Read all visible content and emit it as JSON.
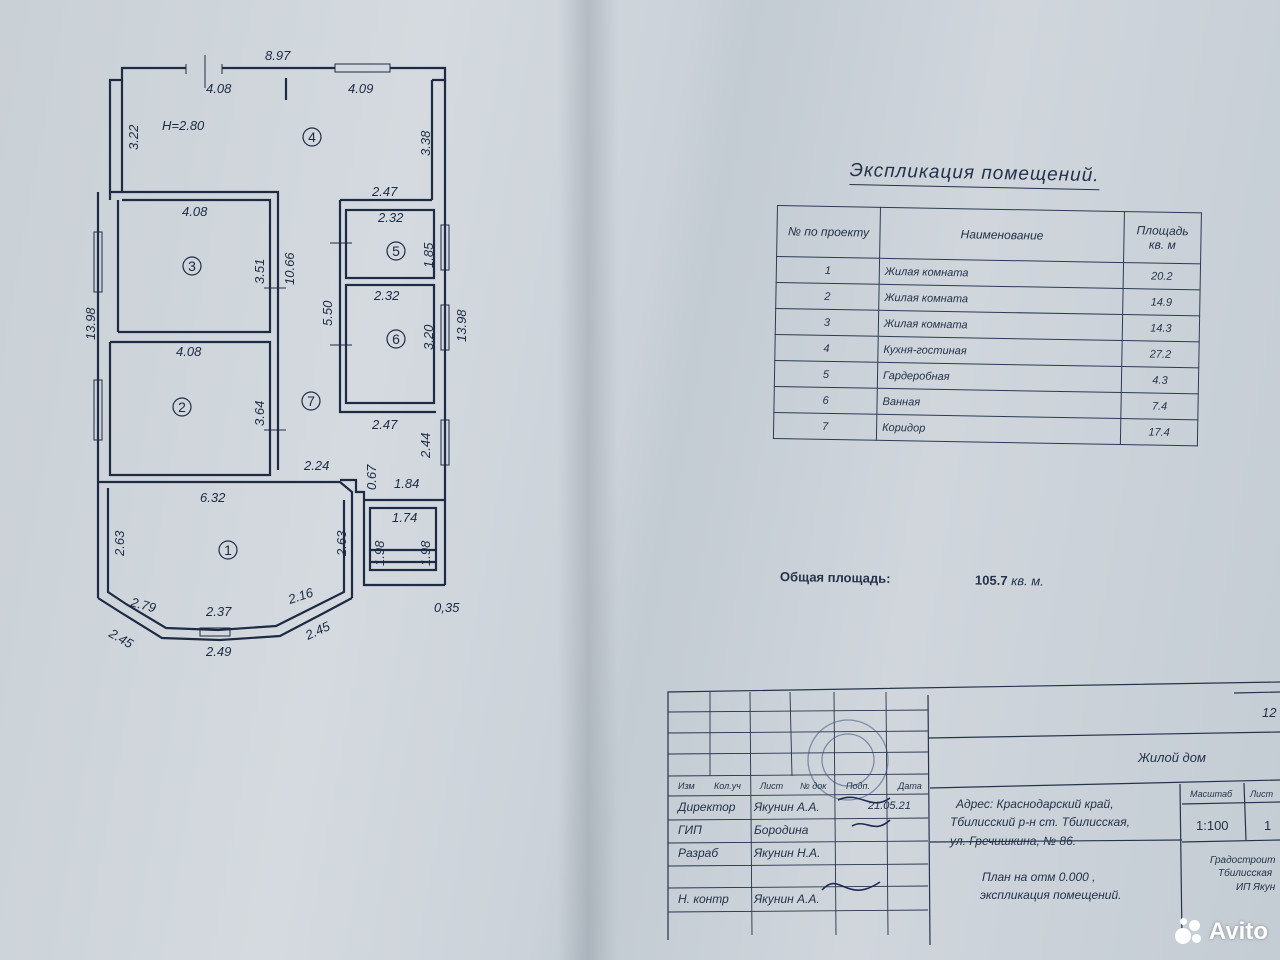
{
  "plan": {
    "height_label": "H=2.80",
    "rooms": [
      "1",
      "2",
      "3",
      "4",
      "5",
      "6",
      "7"
    ],
    "dimensions": {
      "top_total": "8.97",
      "top_left": "4.08",
      "top_right": "4.09",
      "r4_left": "3.22",
      "r4_right": "3.38",
      "r3_top": "4.08",
      "r3_height": "3.51",
      "corridor_len": "10.66",
      "left_total": "13.98",
      "right_total": "13.98",
      "r2_top": "4.08",
      "r2_height": "3.64",
      "r5_top_outer": "2.47",
      "r5_top": "2.32",
      "r5_height": "1.85",
      "block_height": "5.50",
      "r6_top": "2.32",
      "r6_height": "3.20",
      "r6_bottom": "2.47",
      "hall_right": "2.44",
      "corr_width": "2.24",
      "porch_a": "0.67",
      "porch_b": "1.84",
      "porch_c": "1.74",
      "porch_d": "1.98",
      "porch_e": "1.98",
      "porch_corner": "0,35",
      "r1_top": "6.32",
      "r1_left": "2.63",
      "r1_right": "2.63",
      "bay_1": "2.79",
      "bay_2": "2.37",
      "bay_3": "2.16",
      "bay_4": "2.45",
      "bay_5": "2.45",
      "bay_bottom": "2.49"
    }
  },
  "explication": {
    "title": "Экспликация помещений.",
    "headers": {
      "num": "№ по проекту",
      "name": "Наименование",
      "area": "Площадь кв. м"
    },
    "rows": [
      {
        "num": "1",
        "name": "Жилая комната",
        "area": "20.2"
      },
      {
        "num": "2",
        "name": "Жилая комната",
        "area": "14.9"
      },
      {
        "num": "3",
        "name": "Жилая комната",
        "area": "14.3"
      },
      {
        "num": "4",
        "name": "Кухня-гостиная",
        "area": "27.2"
      },
      {
        "num": "5",
        "name": "Гардеробная",
        "area": "4.3"
      },
      {
        "num": "6",
        "name": "Ванная",
        "area": "7.4"
      },
      {
        "num": "7",
        "name": "Коридор",
        "area": "17.4"
      }
    ],
    "total_label": "Общая площадь:",
    "total_value": "105.7",
    "total_unit": "кв. м."
  },
  "title_block": {
    "code": "12",
    "object": "Жилой дом",
    "col_headers": [
      "Изм",
      "Кол.уч",
      "Лист",
      "№ док",
      "Подп.",
      "Дата"
    ],
    "roles": [
      {
        "role": "Директор",
        "name": "Якунин А.А."
      },
      {
        "role": "ГИП",
        "name": "Бородина"
      },
      {
        "role": "Разраб",
        "name": "Якунин Н.А."
      },
      {
        "role": "Н. контр",
        "name": "Якунин А.А."
      }
    ],
    "address_line1": "Адрес: Краснодарский край,",
    "address_line2": "Тбилисский р-н ст. Тбилисская,",
    "address_line3": "ул. Гречишкина, № 86.",
    "sheet_title1": "План на отм 0.000 ,",
    "sheet_title2": "экспликация помещений.",
    "scale_label": "Масштаб",
    "scale_value": "1:100",
    "sheet_label": "Лист",
    "sheet_value": "1",
    "org1": "Градостроит",
    "org2": "Тбилисская",
    "org3": "ИП Якун",
    "sign_date": "21.05.21"
  },
  "watermark": {
    "text": "Avito"
  }
}
